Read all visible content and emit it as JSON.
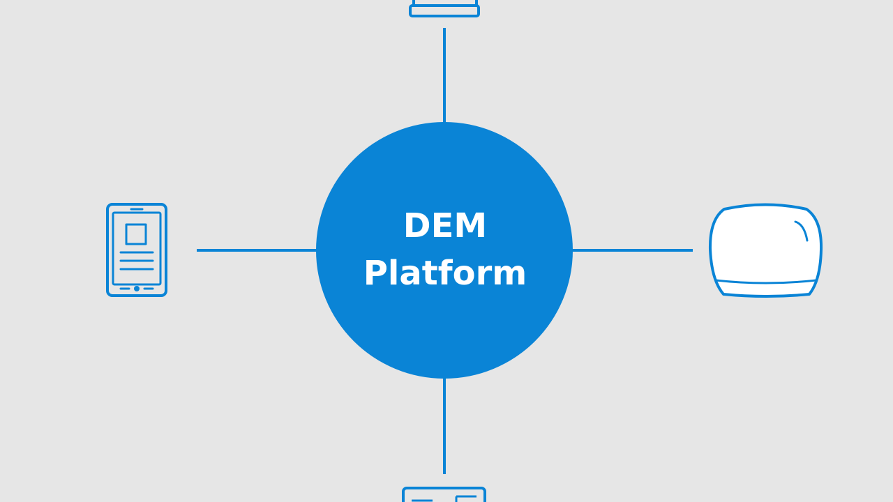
{
  "diagram": {
    "hub": {
      "line1": "DEM",
      "line2": "Platform"
    },
    "devices": [
      {
        "position": "top",
        "icon": "laptop-icon"
      },
      {
        "position": "left",
        "icon": "smartphone-icon"
      },
      {
        "position": "right",
        "icon": "smart-speaker-icon"
      },
      {
        "position": "bottom",
        "icon": "monitor-icon"
      }
    ]
  },
  "colors": {
    "background": "#e6e6e6",
    "accent": "#0a84d6",
    "hub_text": "#ffffff"
  }
}
